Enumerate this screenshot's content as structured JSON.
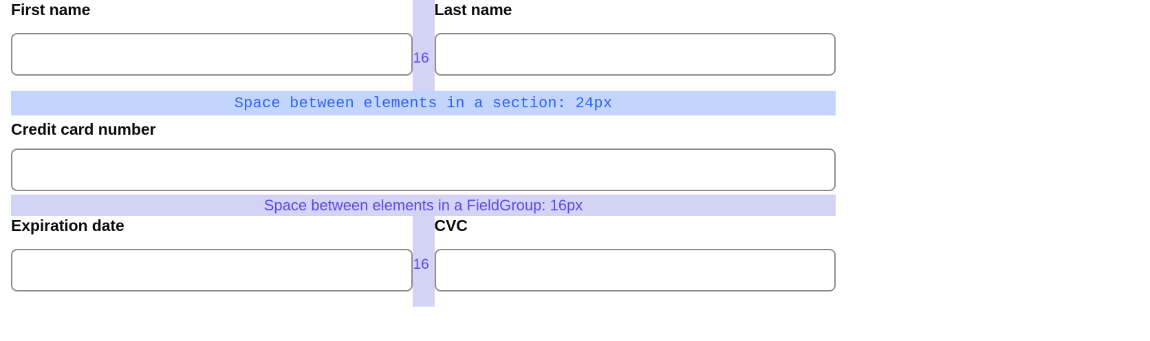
{
  "form": {
    "rows": [
      {
        "type": "two-column",
        "gutter_value": "16",
        "left": {
          "label": "First name",
          "value": "",
          "placeholder": ""
        },
        "right": {
          "label": "Last name",
          "value": "",
          "placeholder": ""
        }
      },
      {
        "type": "banner",
        "text": "Space between elements in a section: 24px",
        "style": "section"
      },
      {
        "type": "single-column",
        "field": {
          "label": "Credit card number",
          "value": "",
          "placeholder": ""
        }
      },
      {
        "type": "banner",
        "text": "Space between elements in a FieldGroup: 16px",
        "style": "fieldgroup"
      },
      {
        "type": "two-column",
        "gutter_value": "16",
        "left": {
          "label": "Expiration date",
          "value": "",
          "placeholder": ""
        },
        "right": {
          "label": "CVC",
          "value": "",
          "placeholder": ""
        }
      }
    ]
  },
  "labels": {
    "first_name": "First name",
    "last_name": "Last name",
    "credit_card_number": "Credit card number",
    "expiration_date": "Expiration date",
    "cvc": "CVC"
  },
  "values": {
    "first_name": "",
    "last_name": "",
    "credit_card_number": "",
    "expiration_date": "",
    "cvc": ""
  },
  "placeholders": {
    "first_name": "",
    "last_name": "",
    "credit_card_number": "",
    "expiration_date": "",
    "cvc": ""
  },
  "annotations": {
    "gutter_top": "16",
    "gutter_bottom": "16",
    "section_spacing_banner": "Space between elements in a section: 24px",
    "fieldgroup_spacing_banner": "Space between elements in a FieldGroup: 16px"
  },
  "colors": {
    "section_banner_bg": "#c3d5fd",
    "section_banner_text": "#2a62f5",
    "fieldgroup_banner_bg": "#d3d3f6",
    "fieldgroup_banner_text": "#5b4ae8",
    "gutter_bg": "#d3d3f6",
    "gutter_text": "#5b4ae8",
    "input_border": "#8a8a93",
    "label_text": "#0b0b0b",
    "page_bg": "#ffffff"
  }
}
